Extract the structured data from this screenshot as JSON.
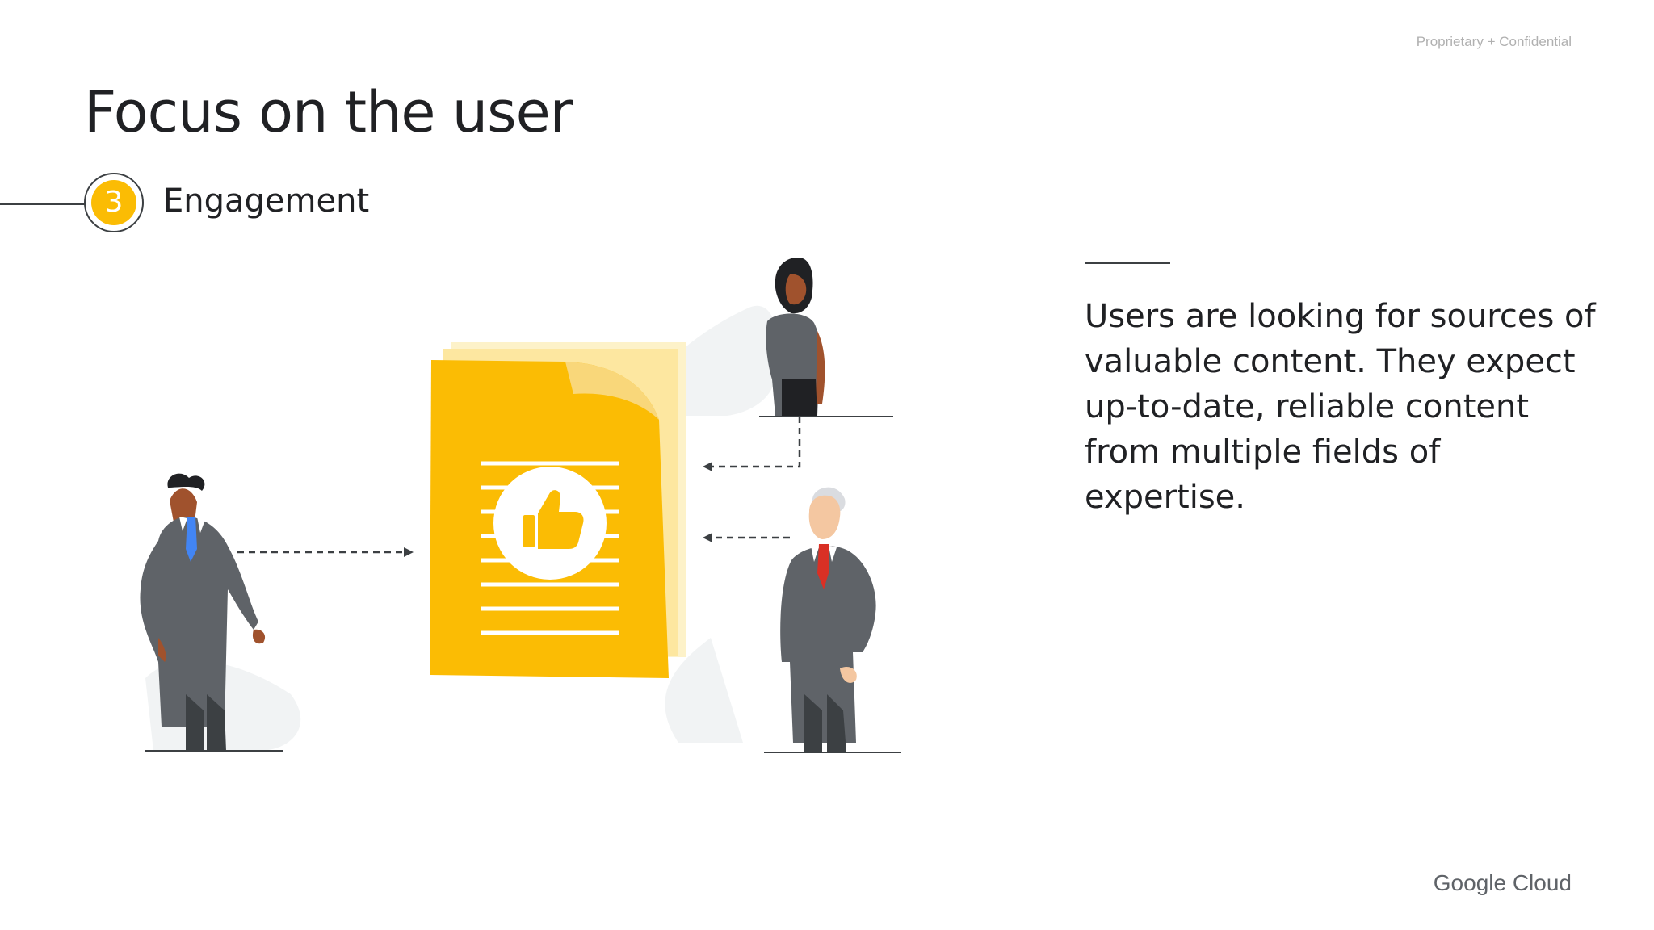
{
  "header": {
    "confidential": "Proprietary + Confidential"
  },
  "title": "Focus on the user",
  "step": {
    "number": "3",
    "label": "Engagement"
  },
  "body": {
    "text": "Users are looking for sources of valuable content. They expect up-to-date, reliable content from multiple fields of expertise."
  },
  "footer": {
    "brand": "Google Cloud"
  },
  "colors": {
    "accent": "#fbbc04",
    "text": "#202124",
    "suit": "#5f6368"
  },
  "illustration": {
    "document_icon": "thumbs-up-icon",
    "people": [
      "person-left",
      "person-top-right",
      "person-bottom-right"
    ]
  }
}
